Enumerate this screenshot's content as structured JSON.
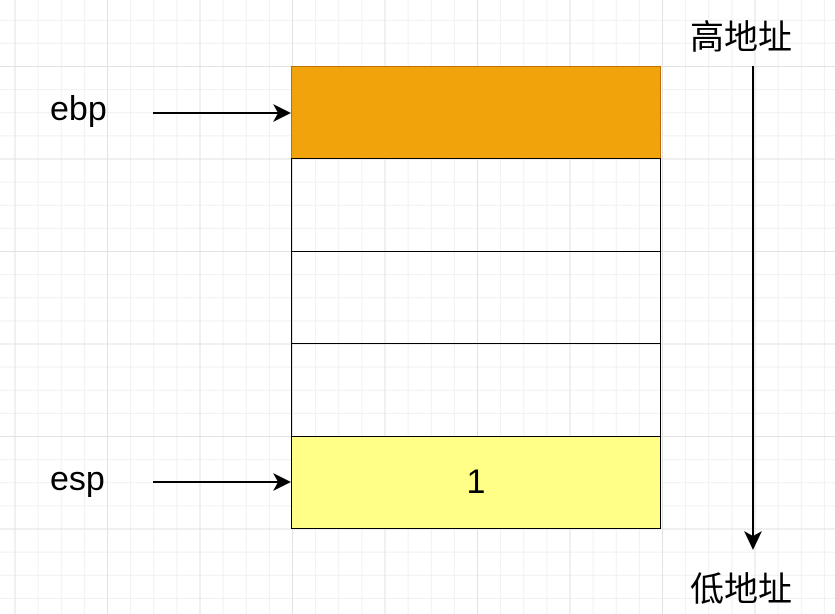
{
  "colors": {
    "ebp_fill": "#F0A30A",
    "ebp_stroke": "#BD7000",
    "esp_fill": "#FFFF88",
    "empty_fill": "#FFFFFF"
  },
  "pointers": {
    "ebp": "ebp",
    "esp": "esp"
  },
  "stack": {
    "cells": [
      "",
      "",
      "",
      "",
      "1"
    ]
  },
  "address": {
    "high": "高地址",
    "low": "低地址"
  }
}
